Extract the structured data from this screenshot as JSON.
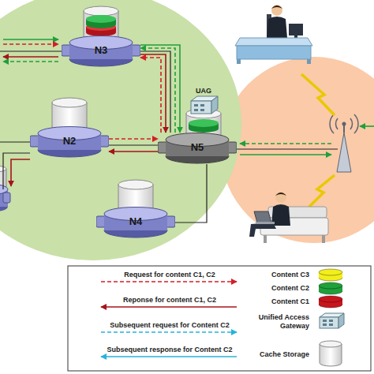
{
  "diagram": {
    "nodes": [
      {
        "text": [
          "N3"
        ]
      },
      {
        "text": [
          "N2"
        ]
      },
      {
        "text": [
          "N5"
        ]
      },
      {
        "text": [
          "N4"
        ]
      }
    ],
    "edges": [
      {
        "from": 0,
        "to": 2,
        "arrow": "none"
      },
      {
        "from": 1,
        "to": 2,
        "arrow": "none"
      },
      {
        "from": 3,
        "to": 2,
        "arrow": "none"
      },
      {
        "from": 2,
        "to": 0,
        "arrow": "to"
      },
      {
        "from": 0,
        "to": 2,
        "arrow": "to"
      },
      {
        "from": 2,
        "to": 0,
        "arrow": "to"
      },
      {
        "from": 0,
        "to": 2,
        "arrow": "to"
      },
      {
        "from": 1,
        "to": 2,
        "arrow": "to"
      },
      {
        "from": 2,
        "to": 1,
        "arrow": "to"
      }
    ],
    "labels": [
      "UAG"
    ],
    "legend": [
      {
        "text": "Request for content C1, C2"
      },
      {
        "text": "Reponse for content C1, C2"
      },
      {
        "text": "Subsequent request for Content C2"
      },
      {
        "text": "Subsequent response for Content C2"
      },
      {
        "text": "Content C3",
        "color": "#f2ee1c"
      },
      {
        "text": "Content C2",
        "color": "#1fa03a"
      },
      {
        "text": "Content C1",
        "color": "#c8141c"
      },
      {
        "text": "Unified Access Gateway"
      },
      {
        "text": "Cache Storage"
      }
    ]
  }
}
